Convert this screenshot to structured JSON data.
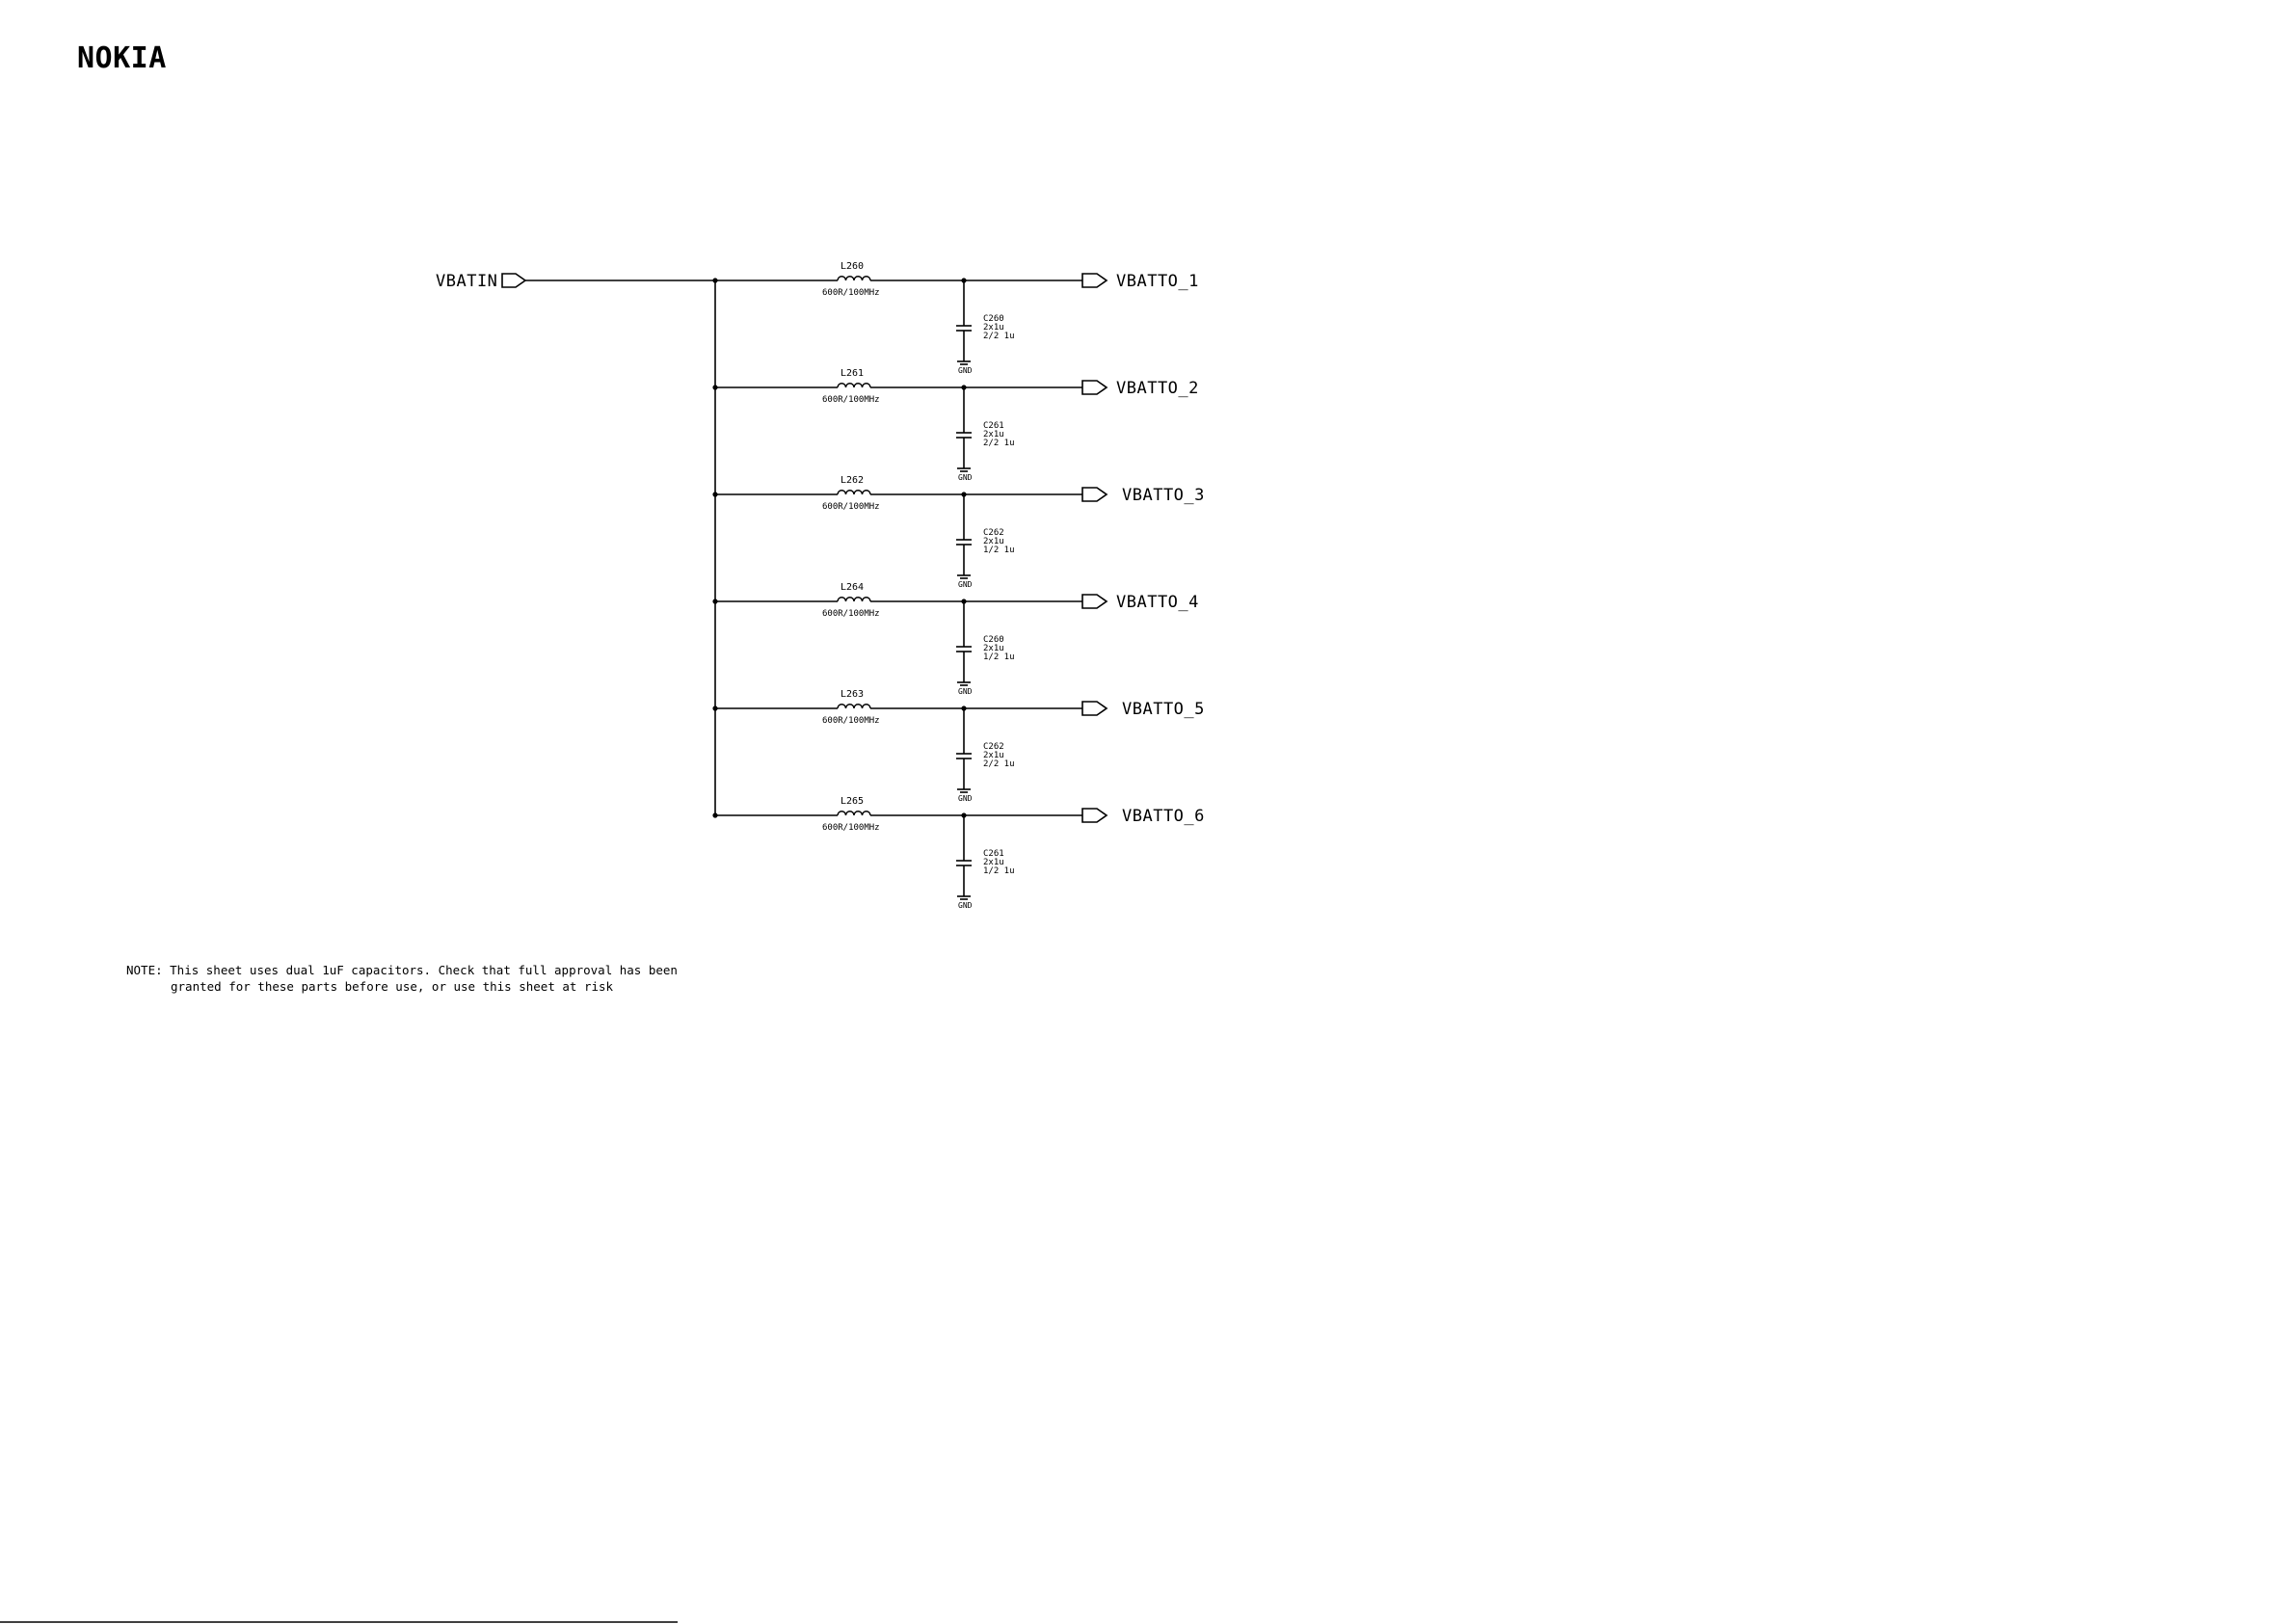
{
  "logo": {
    "text": "NOKIA",
    "color": "#0a0a0a"
  },
  "schematic": {
    "input_port": "VBATIN",
    "branches": [
      {
        "inductor_ref": "L260",
        "inductor_value": "600R/100MHz",
        "capacitor_ref": "C260",
        "cap_value_1": "2x1u",
        "cap_value_2": "2/2 1u",
        "ground": "GND",
        "output_port": "VBATTO_1"
      },
      {
        "inductor_ref": "L261",
        "inductor_value": "600R/100MHz",
        "capacitor_ref": "C261",
        "cap_value_1": "2x1u",
        "cap_value_2": "2/2 1u",
        "ground": "GND",
        "output_port": "VBATTO_2"
      },
      {
        "inductor_ref": "L262",
        "inductor_value": "600R/100MHz",
        "capacitor_ref": "C262",
        "cap_value_1": "2x1u",
        "cap_value_2": "1/2 1u",
        "ground": "GND",
        "output_port": "VBATTO_3"
      },
      {
        "inductor_ref": "L264",
        "inductor_value": "600R/100MHz",
        "capacitor_ref": "C260",
        "cap_value_1": "2x1u",
        "cap_value_2": "1/2 1u",
        "ground": "GND",
        "output_port": "VBATTO_4"
      },
      {
        "inductor_ref": "L263",
        "inductor_value": "600R/100MHz",
        "capacitor_ref": "C262",
        "cap_value_1": "2x1u",
        "cap_value_2": "2/2 1u",
        "ground": "GND",
        "output_port": "VBATTO_5"
      },
      {
        "inductor_ref": "L265",
        "inductor_value": "600R/100MHz",
        "capacitor_ref": "C261",
        "cap_value_1": "2x1u",
        "cap_value_2": "1/2 1u",
        "ground": "GND",
        "output_port": "VBATTO_6"
      }
    ]
  },
  "note": {
    "line1": "NOTE: This sheet uses dual 1uF capacitors.  Check that full approval has been",
    "line2": "granted for these parts before use, or use this sheet at risk"
  }
}
